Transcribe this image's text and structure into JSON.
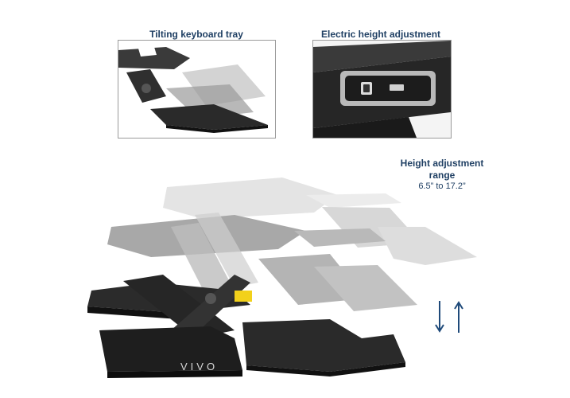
{
  "panels": {
    "left_caption": "Tilting keyboard tray",
    "right_caption": "Electric height adjustment"
  },
  "range": {
    "title_line1": "Height adjustment",
    "title_line2": "range",
    "values": "6.5” to 17.2”"
  },
  "brand": {
    "logo_text": "VIVO"
  },
  "colors": {
    "caption": "#1f3f63",
    "desk": "#2a2a2a",
    "arrow": "#1f4a7a"
  },
  "icons": [
    "down-arrow-icon",
    "up-arrow-icon"
  ]
}
